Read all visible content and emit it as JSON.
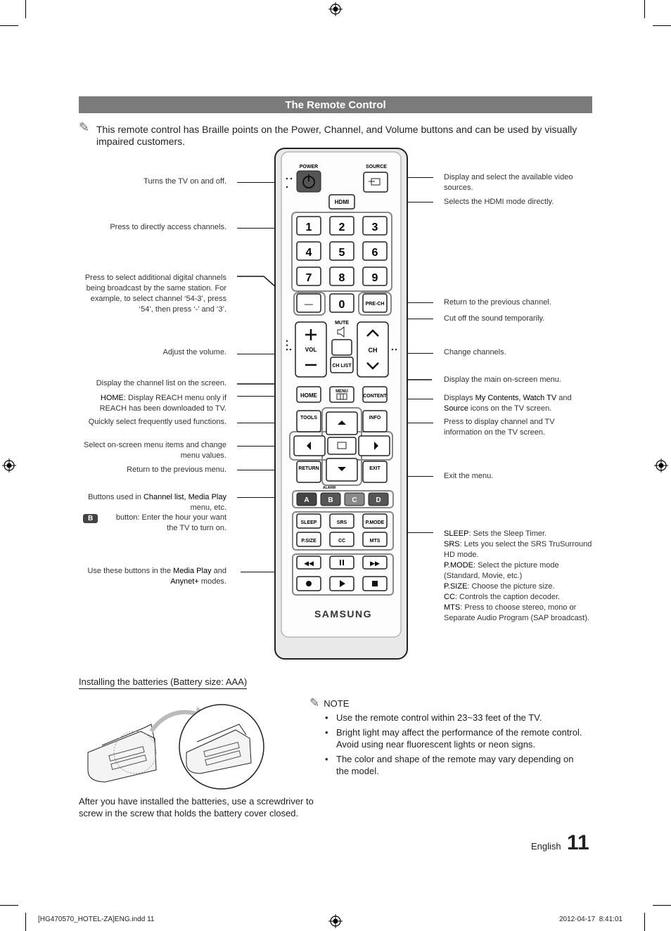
{
  "section_title": "The Remote Control",
  "intro": "This remote control has Braille points on the Power, Channel, and Volume buttons and can be used by visually impaired customers.",
  "left_labels": {
    "power": "Turns the TV on and off.",
    "numbers": "Press to directly access channels.",
    "dash": "Press to select additional digital channels being broadcast by the same station. For example, to select channel ‘54-3’, press ‘54’, then press ‘-’ and ‘3’.",
    "volume": "Adjust the volume.",
    "chlist": "Display the channel list on the screen.",
    "home_strong": "HOME",
    "home_text": ": Display REACH menu only if REACH has been downloaded to TV.",
    "tools": "Quickly select frequently used functions.",
    "select": "Select on-screen menu items and change menu values.",
    "return": "Return to the previous menu.",
    "color_pre": "Buttons used in ",
    "color_strong": "Channel list, Media Play",
    "color_post": " menu, etc.",
    "color_b_badge": "B",
    "color_b_text": "button: Enter the hour your want the TV to turn on.",
    "media_pre": "Use these buttons in the ",
    "media_strong1": "Media Play",
    "media_mid": " and ",
    "media_strong2": "Anynet+",
    "media_post": " modes."
  },
  "right_labels": {
    "source": "Display and select the available video sources.",
    "hdmi": "Selects the HDMI mode directly.",
    "prech": "Return to the previous channel.",
    "mute": "Cut off the sound temporarily.",
    "channel": "Change channels.",
    "menu": "Display the main on-screen menu.",
    "content_pre": "Displays ",
    "content_strong1": "My Contents, Watch TV",
    "content_mid": " and ",
    "content_strong2": "Source",
    "content_post": " icons on the TV screen.",
    "info": "Press to display channel and TV information on the TV screen.",
    "exit": "Exit the menu.",
    "sleep_k": "SLEEP",
    "sleep_v": ": Sets the Sleep Timer.",
    "srs_k": "SRS",
    "srs_v": ": Lets you select the SRS TruSurround HD mode.",
    "pmode_k": "P.MODE",
    "pmode_v": ": Select the picture mode (Standard, Movie, etc.)",
    "psize_k": "P.SIZE",
    "psize_v": ": Choose the picture size.",
    "cc_k": "CC",
    "cc_v": ": Controls the caption decoder.",
    "mts_k": "MTS",
    "mts_v": ": Press to choose stereo, mono or Separate Audio Program (SAP broadcast)."
  },
  "remote": {
    "power": "POWER",
    "source": "SOURCE",
    "hdmi": "HDMI",
    "digits": [
      "1",
      "2",
      "3",
      "4",
      "5",
      "6",
      "7",
      "8",
      "9"
    ],
    "dash": "—",
    "zero": "0",
    "prech": "PRE-CH",
    "mute": "MUTE",
    "vol": "VOL",
    "ch": "CH",
    "chlist": "CH LIST",
    "home": "HOME",
    "menu": "MENU",
    "content": "CONTENT",
    "tools": "TOOLS",
    "info": "INFO",
    "return": "RETURN",
    "exit": "EXIT",
    "alarm": "ALARM",
    "colors": [
      "A",
      "B",
      "C",
      "D"
    ],
    "fn_row1": [
      "SLEEP",
      "SRS",
      "P.MODE"
    ],
    "fn_row2": [
      "P.SIZE",
      "CC",
      "MTS"
    ],
    "brand": "SAMSUNG"
  },
  "battery_title": "Installing the batteries (Battery size: AAA)",
  "note_title": "NOTE",
  "notes": [
    "Use the remote control within 23~33 feet of the TV.",
    "Bright light may affect the performance of the remote control. Avoid using near fluorescent lights or neon signs.",
    "The color and shape of the remote may vary depending on the model."
  ],
  "after_install": "After you have installed the batteries, use a screwdriver to screw in the screw that holds the battery cover closed.",
  "language": "English",
  "page_number": "11",
  "footer_left": "[HG470570_HOTEL-ZA]ENG.indd   11",
  "footer_right": "2012-04-17   ‌ 8:41:01"
}
